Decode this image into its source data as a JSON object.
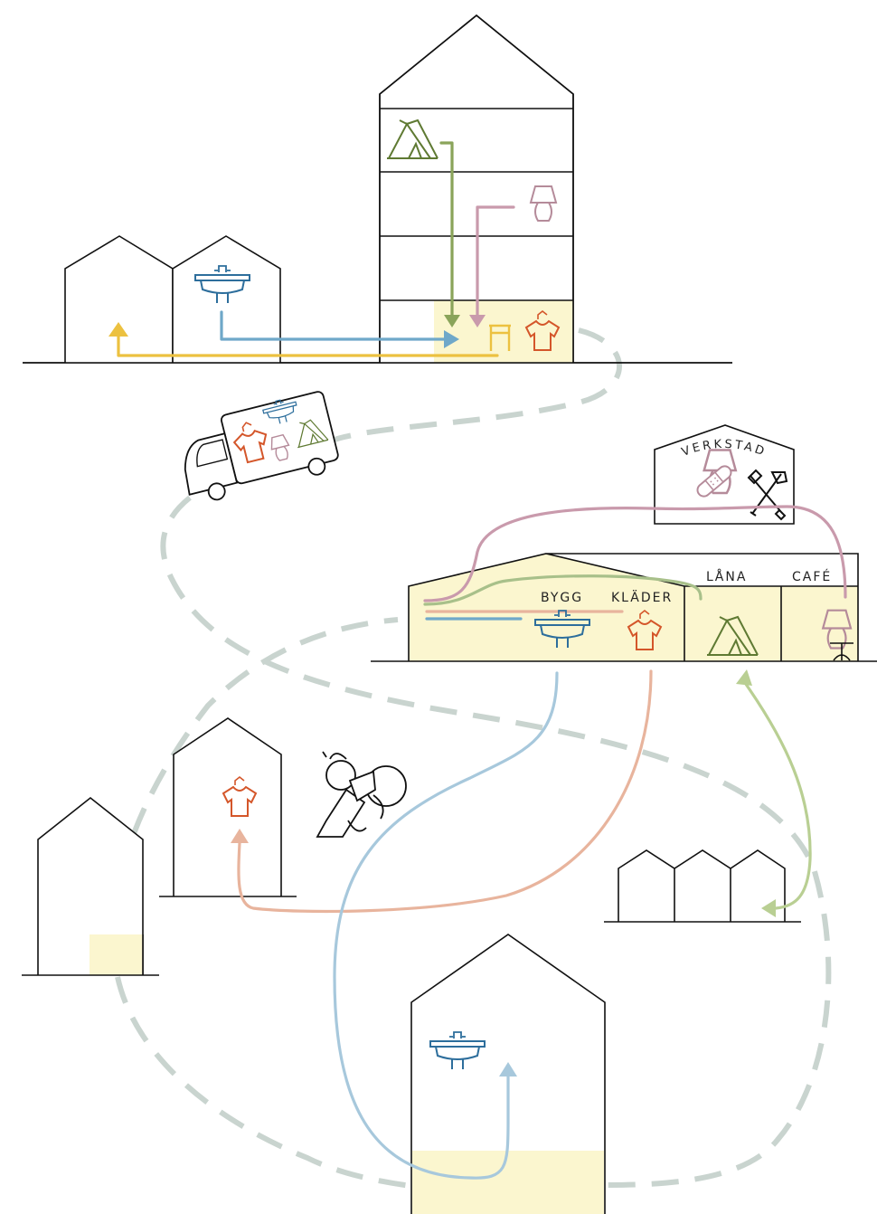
{
  "labels": {
    "bygg": "BYGG",
    "klader": "KLÄDER",
    "lana": "LÅNA",
    "cafe": "CAFÉ",
    "verkstad": "VERKSTAD"
  },
  "colors": {
    "highlight": "#fbf6cf",
    "green": "#8aa45a",
    "blue": "#6fa8c9",
    "pink": "#c99aac",
    "salmon": "#e8b49d",
    "yellow": "#ecc140",
    "orange": "#d4562a",
    "sink": "#2d6e9c",
    "tent": "#5f7a33",
    "path": "#c9d4cf"
  },
  "icons": [
    "tent-icon",
    "lamp-icon",
    "sink-icon",
    "tshirt-icon",
    "stool-icon",
    "bandage-icon",
    "tools-icon",
    "van-icon",
    "cyclist-icon"
  ]
}
